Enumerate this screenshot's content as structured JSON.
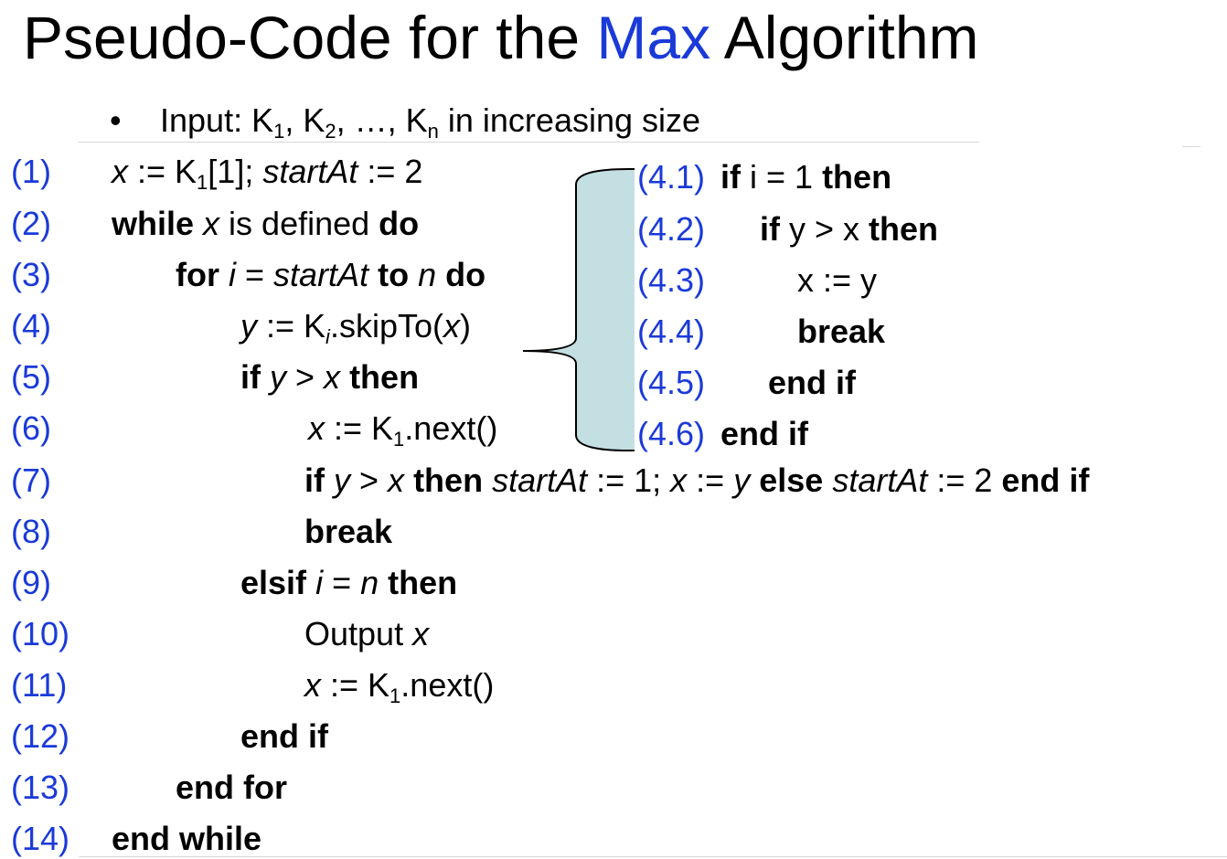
{
  "title": {
    "prefix": "Pseudo-Code for the ",
    "highlight": "Max",
    "suffix": " Algorithm",
    "highlight_color": "#1a3ad8"
  },
  "input": {
    "bullet": "•",
    "label": "Input: K",
    "s1": "1",
    "sep1": ", K",
    "s2": "2",
    "sep2": ", …, K",
    "sn": "n",
    "rest": " in increasing size"
  },
  "lines": {
    "l1": {
      "num": "(1)",
      "a": "x",
      "b": " := K",
      "c": "1",
      "d": "[1]; ",
      "e": "startAt",
      "f": " := 2"
    },
    "l2": {
      "num": "(2)",
      "a": "while",
      "b": " ",
      "c": "x",
      "d": " is defined ",
      "e": "do"
    },
    "l3": {
      "num": "(3)",
      "a": "for",
      "b": " ",
      "c": "i",
      "d": " = ",
      "e": "startAt",
      "f": " ",
      "g": "to",
      "h": " ",
      "i": "n",
      "j": " ",
      "k": "do"
    },
    "l4": {
      "num": "(4)",
      "a": "y",
      "b": " := K",
      "c": "i",
      "d": ".skipTo(",
      "e": "x",
      "f": ")"
    },
    "l5": {
      "num": "(5)",
      "a": "if",
      "b": " ",
      "c": "y",
      "d": " > ",
      "e": "x",
      "f": " ",
      "g": "then"
    },
    "l6": {
      "num": "(6)",
      "a": "x",
      "b": " := K",
      "c": "1",
      "d": ".next()"
    },
    "l7": {
      "num": "(7)",
      "a": "if",
      "b": " ",
      "c": "y",
      "d": " > ",
      "e": "x",
      "f": " ",
      "g": "then",
      "h": " ",
      "i": "startAt",
      "j": " := 1; ",
      "k": "x",
      "l": " := ",
      "m": "y",
      "n": " ",
      "o": "else",
      "p": " ",
      "q": "startAt",
      "r": " := 2 ",
      "s": "end if"
    },
    "l8": {
      "num": "(8)",
      "a": "break"
    },
    "l9": {
      "num": "(9)",
      "a": "elsif",
      "b": " ",
      "c": "i",
      "d": " = ",
      "e": "n",
      "f": " ",
      "g": "then"
    },
    "l10": {
      "num": "(10)",
      "a": "Output ",
      "b": "x"
    },
    "l11": {
      "num": "(11)",
      "a": "x",
      "b": " := K",
      "c": "1",
      "d": ".next()"
    },
    "l12": {
      "num": "(12)",
      "a": "end if"
    },
    "l13": {
      "num": "(13)",
      "a": "end for"
    },
    "l14": {
      "num": "(14)",
      "a": "end while"
    }
  },
  "side": {
    "s1": {
      "num": "(4.1)",
      "a": "if",
      "b": " i = 1 ",
      "c": "then"
    },
    "s2": {
      "num": "(4.2)",
      "a": "if",
      "b": " y > x ",
      "c": "then"
    },
    "s3": {
      "num": "(4.3)",
      "a": "x := y"
    },
    "s4": {
      "num": "(4.4)",
      "a": "break"
    },
    "s5": {
      "num": "(4.5)",
      "a": "end if"
    },
    "s6": {
      "num": "(4.6)",
      "a": "end if"
    }
  },
  "colors": {
    "line_number": "#1a3ad8",
    "brace_fill": "#c4dfe2",
    "brace_stroke": "#000000"
  }
}
